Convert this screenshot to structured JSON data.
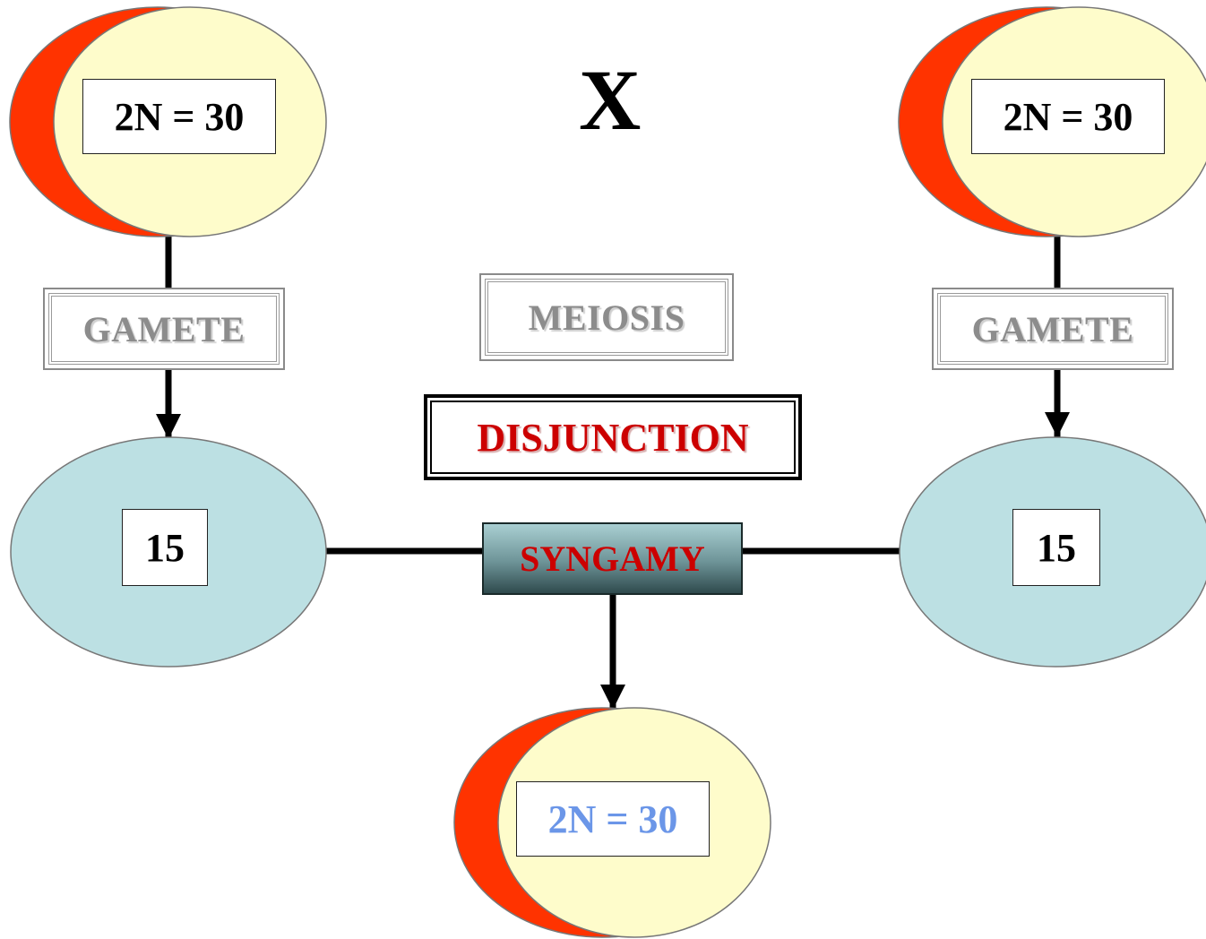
{
  "cross_symbol": "X",
  "parents": {
    "left": {
      "ploidy_label": "2N = 30"
    },
    "right": {
      "ploidy_label": "2N = 30"
    }
  },
  "gametes": {
    "left": {
      "process_label": "GAMETE",
      "chromosome_count": "15"
    },
    "right": {
      "process_label": "GAMETE",
      "chromosome_count": "15"
    }
  },
  "center_labels": {
    "meiosis": "MEIOSIS",
    "disjunction": "DISJUNCTION",
    "syngamy": "SYNGAMY"
  },
  "offspring": {
    "ploidy_label": "2N = 30"
  },
  "colors": {
    "diploid_cell_fill": "#fefccb",
    "diploid_cell_crescent": "#ff3300",
    "gamete_cell_fill": "#bce0e3",
    "offspring_label_text": "#6b96e8",
    "red_label_text": "#cc0000",
    "gray_label_text": "#8c8c8c"
  }
}
